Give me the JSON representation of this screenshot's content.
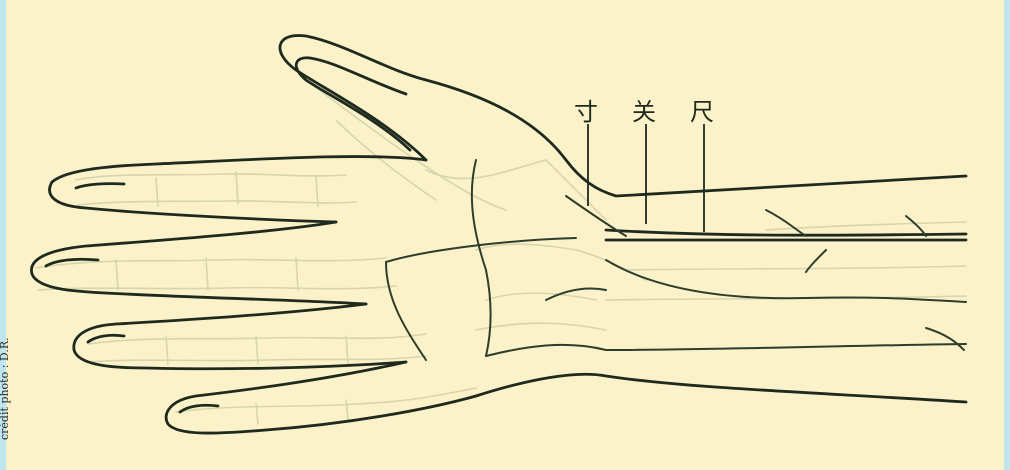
{
  "labels": {
    "cun": "寸",
    "guan": "关",
    "chi": "尺"
  },
  "credit": "crédit photo : D.R.",
  "colors": {
    "background": "#bfe6ef",
    "paper": "#fbf2c9",
    "outline": "#1f2a1f",
    "bone": "#d6d5ad",
    "vein": "#2f3d2c"
  }
}
